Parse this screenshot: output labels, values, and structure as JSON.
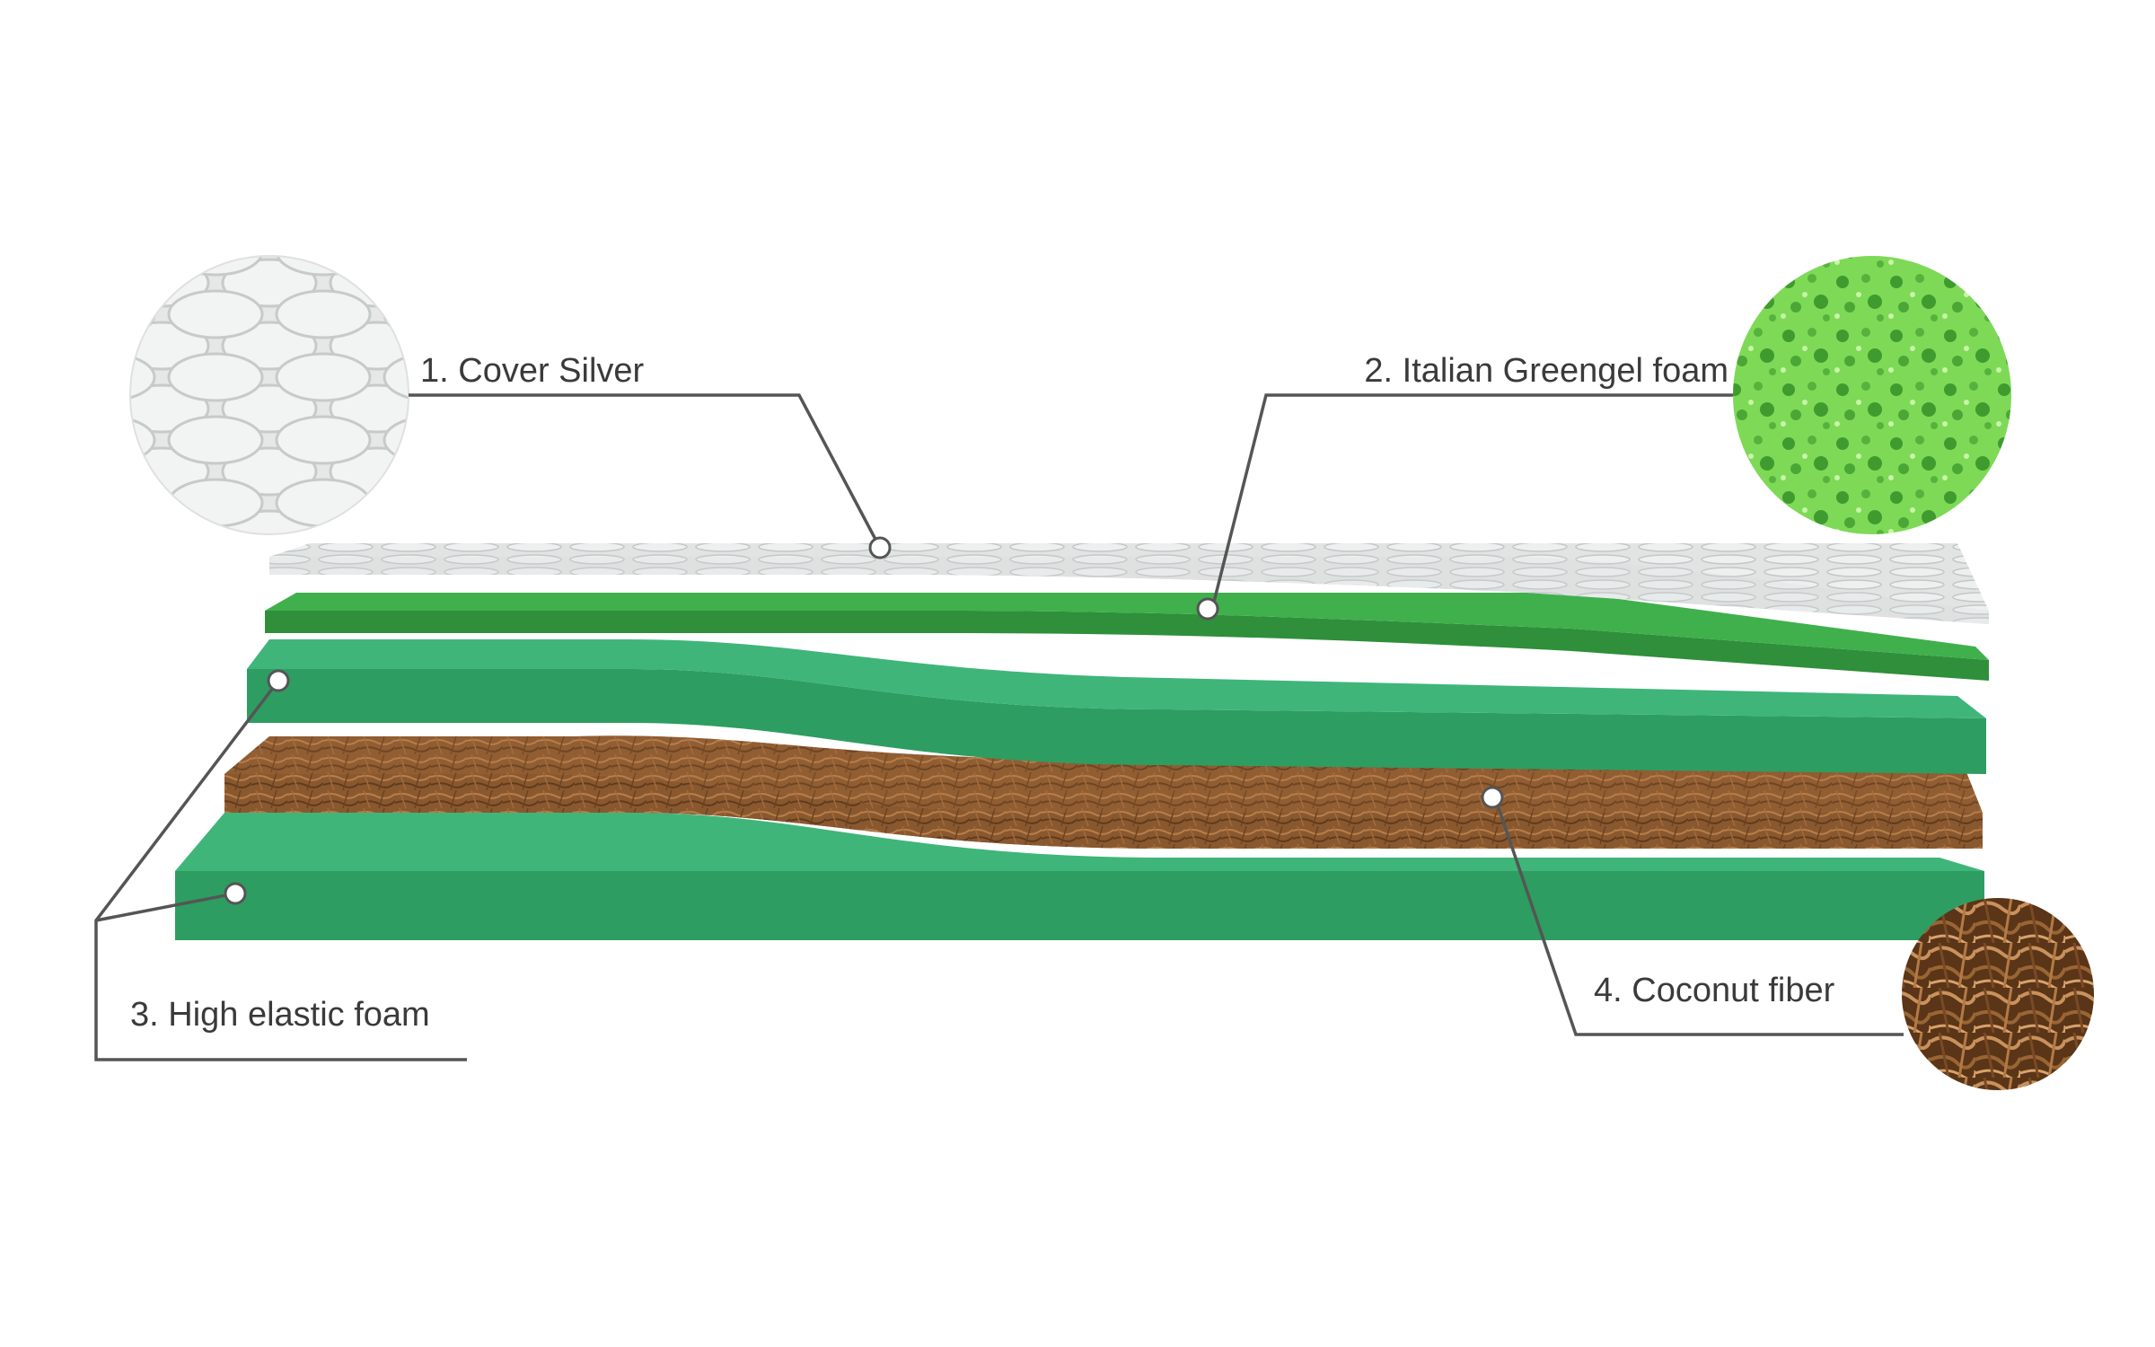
{
  "layers": [
    {
      "id": "cover",
      "label": "1. Cover Silver",
      "color": "#e4e6e6"
    },
    {
      "id": "greengel",
      "label": "2. Italian Greengel foam",
      "color": "#3daa4c"
    },
    {
      "id": "elastic",
      "label": "3. High elastic foam",
      "color": "#33a46a"
    },
    {
      "id": "coconut",
      "label": "4. Coconut fiber",
      "color": "#8a5a34"
    }
  ]
}
